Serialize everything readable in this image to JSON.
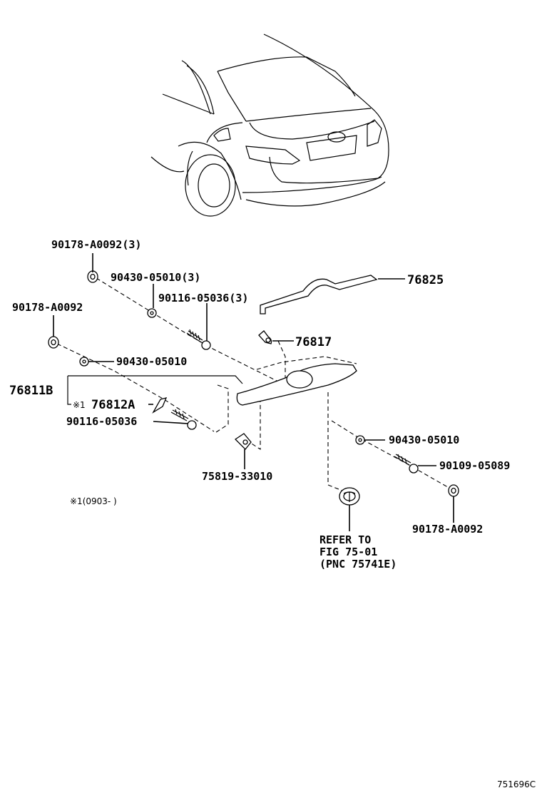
{
  "labels": {
    "l1": "90178-A0092(3)",
    "l2": "90430-05010(3)",
    "l3": "90116-05036(3)",
    "l4": "76825",
    "l5": "90178-A0092",
    "l6": "76817",
    "l7": "90430-05010",
    "l8": "76811B",
    "l9_mark": "※1",
    "l9": "76812A",
    "l10": "90116-05036",
    "l11": "90430-05010",
    "l12": "90109-05089",
    "l13": "75819-33010",
    "l14": "90178-A0092",
    "ref1": "REFER TO",
    "ref2": "FIG 75-01",
    "ref3": "(PNC 75741E)",
    "note": "※1(0903-    )",
    "code": "751696C"
  }
}
